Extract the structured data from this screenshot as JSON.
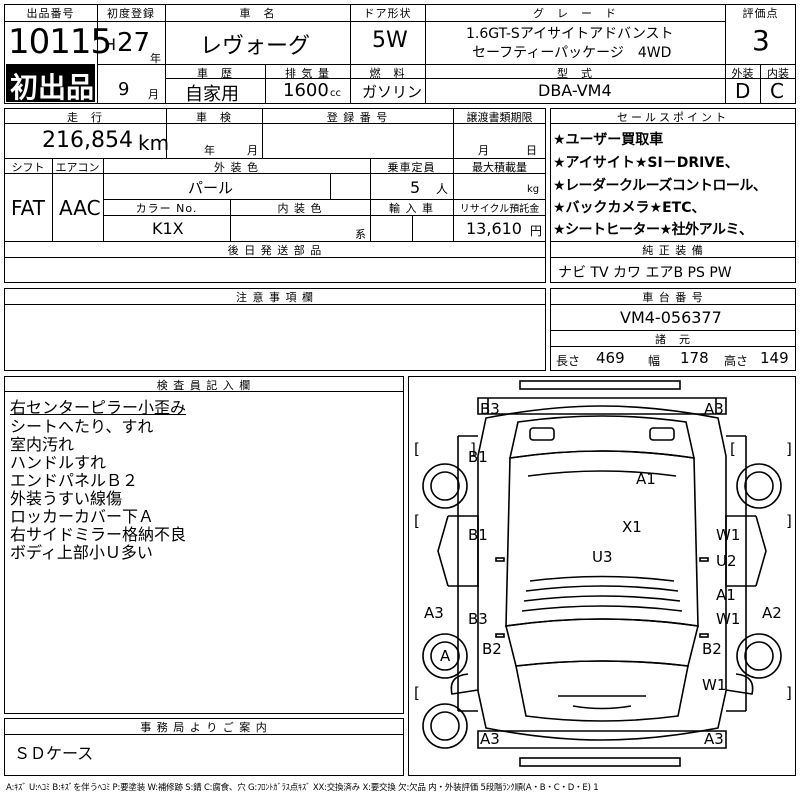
{
  "header": {
    "lot_label": "出品番号",
    "lot_number": "10115",
    "first_listing": "初出品",
    "first_reg_label": "初度登録",
    "era": "H",
    "year": "27",
    "year_unit": "年",
    "month": "9",
    "month_unit": "月",
    "car_name_label": "車　名",
    "car_name": "レヴォーグ",
    "history_label": "車　歴",
    "history": "自家用",
    "displacement_label": "排 気 量",
    "displacement": "1600",
    "displacement_unit": "cc",
    "door_label": "ドア形状",
    "door": "5W",
    "fuel_label": "燃　料",
    "fuel": "ガソリン",
    "grade_label": "グ　レ　ー　ド",
    "grade_line1": "1.6GT-Sアイサイトアドバンスト",
    "grade_line2": "セーフティーパッケージ　4WD",
    "model_label": "型　式",
    "model": "DBA-VM4",
    "score_label": "評価点",
    "score": "3",
    "exterior_label": "外装",
    "exterior": "D",
    "interior_label": "内装",
    "interior": "C"
  },
  "row2": {
    "mileage_label": "走　行",
    "mileage": "216,854",
    "mileage_unit": "km",
    "inspection_label": "車　検",
    "inspection_year_unit": "年",
    "inspection_month_unit": "月",
    "reg_number_label": "登 録 番 号",
    "transfer_label": "譲渡書類期限",
    "transfer_month_unit": "月",
    "transfer_day_unit": "日",
    "shift_label": "シフト",
    "shift": "FAT",
    "ac_label": "エアコン",
    "ac": "AAC",
    "exterior_color_label": "外 装 色",
    "exterior_color": "パール",
    "capacity_label": "乗車定員",
    "capacity": "5",
    "capacity_unit": "人",
    "load_label": "最大積載量",
    "load_unit": "kg",
    "color_no_label": "カラー No.",
    "color_no": "K1X",
    "interior_color_label": "内 装 色",
    "interior_color_unit": "系",
    "import_label": "輸 入 車",
    "recycle_label": "リサイクル預託金",
    "recycle": "13,610",
    "recycle_unit": "円",
    "later_parts_label": "後 日 発 送 部 品"
  },
  "sales": {
    "label": "セールスポイント",
    "lines": [
      "★ユーザー買取車",
      "★アイサイト★SI－DRIVE、",
      "★レーダークルーズコントロール、",
      "★バックカメラ★ETC、",
      "★シートヒーター★社外アルミ、"
    ]
  },
  "equipment": {
    "label": "純 正 装 備",
    "value": "ナビ TV カワ エアB PS PW"
  },
  "notes": {
    "label": "注 意 事 項 欄"
  },
  "chassis": {
    "label": "車 台 番 号",
    "value": "VM4-056377",
    "specs_label": "諸　元",
    "length_label": "長さ",
    "length": "469",
    "width_label": "幅",
    "width": "178",
    "height_label": "高さ",
    "height": "149"
  },
  "inspector": {
    "label": "検 査 員 記 入 欄",
    "lines": [
      "右センターピラー小歪み",
      "シートへたり、すれ",
      "室内汚れ",
      "ハンドルすれ",
      "エンドパネルＢ２",
      "外装うすい線傷",
      "ロッカーカバー下Ａ",
      "右サイドミラー格納不良",
      "ボディ上部小Ｕ多い"
    ]
  },
  "office": {
    "label": "事 務 局 よ り ご 案 内",
    "value": "ＳＤケース"
  },
  "damage_marks": [
    {
      "code": "B3",
      "area": "rear-bumper-left"
    },
    {
      "code": "A3",
      "area": "rear-bumper-right"
    },
    {
      "code": "B1",
      "area": "left-rear-quarter"
    },
    {
      "code": "A1",
      "area": "rear-glass"
    },
    {
      "code": "B1",
      "area": "left-rear-door"
    },
    {
      "code": "X1",
      "area": "roof"
    },
    {
      "code": "W1",
      "area": "right-rear-door"
    },
    {
      "code": "U3",
      "area": "roof-center"
    },
    {
      "code": "U2",
      "area": "right-rear-door-lower"
    },
    {
      "code": "A1",
      "area": "right-front-door"
    },
    {
      "code": "W1",
      "area": "right-front-door-lower"
    },
    {
      "code": "A3",
      "area": "left-rocker"
    },
    {
      "code": "A2",
      "area": "right-rocker"
    },
    {
      "code": "B3",
      "area": "left-front-door"
    },
    {
      "code": "A",
      "area": "left-front-wheel"
    },
    {
      "code": "B2",
      "area": "left-front-fender"
    },
    {
      "code": "B2",
      "area": "right-front-fender"
    },
    {
      "code": "W1",
      "area": "right-front-fender-lower"
    },
    {
      "code": "A3",
      "area": "front-bumper-left"
    },
    {
      "code": "A3",
      "area": "front-bumper-right"
    }
  ],
  "legend": "A:ｷｽﾞ U:ﾍｺﾐ B:ｷｽﾞを伴うﾍｺﾐ P:要塗装 W:補修跡 S:錆 C:腐食、穴 G:ﾌﾛﾝﾄｶﾞﾗｽ点ｷｽﾞ XX:交換済み X:要交換 欠:欠品 内・外装評価 5段階ﾗﾝｸ順(A・B・C・D・E) 1"
}
